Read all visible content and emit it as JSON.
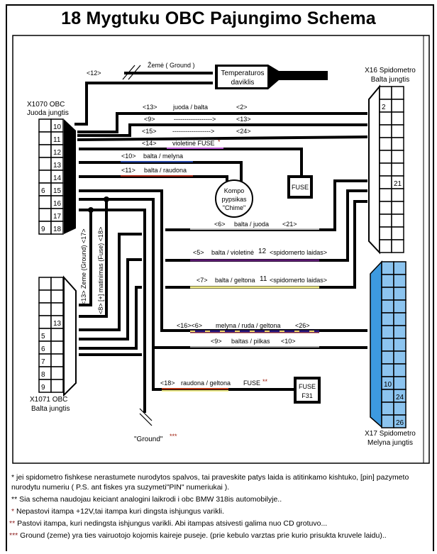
{
  "title": "18 Mygtuku OBC Pajungimo Schema",
  "components": {
    "x1070": {
      "line1": "X1070   OBC",
      "line2": "Juoda jungtis",
      "pins_right": [
        "10",
        "11",
        "12",
        "13",
        "14",
        "15",
        "16",
        "17",
        "18"
      ],
      "pins_left": {
        "15": "6",
        "18": "9"
      }
    },
    "x1071": {
      "line1": "X1071   OBC",
      "line2": "Balta jungtis",
      "pins_right": {
        "13": "13"
      },
      "pins_left": [
        "5",
        "6",
        "7",
        "8",
        "9"
      ]
    },
    "x16": {
      "line1": "X16 Spidometro",
      "line2": "Balta jungtis",
      "pin_labels": {
        "2": "2",
        "21": "21"
      }
    },
    "x17": {
      "line1": "X17 Spidometro",
      "line2": "Melyna jungtis",
      "pin_labels": {
        "10": "10",
        "24": "24",
        "26": "26"
      },
      "color": "#3d9ae0",
      "cell_color": "#8cc4ef"
    },
    "temp_sensor": {
      "line1": "Temperaturos",
      "line2": "daviklis"
    },
    "chime": {
      "line1": "Kompo",
      "line2": "pypsikas",
      "line3": "\"Chime\""
    },
    "fuse1": {
      "label": "FUSE"
    },
    "fuse_f31": {
      "line1": "FUSE",
      "line2": "F31"
    },
    "ground_label": "\"Ground\"",
    "ground_mark": "***"
  },
  "wires": {
    "ground_top": {
      "pin": "<12>",
      "label": "Žemė ( Ground )"
    },
    "w13": {
      "from": "<13>",
      "color": "juoda / balta",
      "to": "<2>"
    },
    "w9": {
      "from": "<9>",
      "arrow": "------------------>",
      "to": "<13>"
    },
    "w15": {
      "from": "<15>",
      "arrow": "------------------>",
      "to": "<24>"
    },
    "w14": {
      "from": "<14>",
      "color": "violetinė FUSE",
      "mark": "*"
    },
    "w10": {
      "from": "<10>",
      "color": "balta / melyna"
    },
    "w11": {
      "from": "<11>",
      "color": "balta / raudona"
    },
    "w6": {
      "from": "<6>",
      "color": "balta / juoda",
      "to": "<21>"
    },
    "w5": {
      "from": "<5>",
      "color": "balta / violetinė",
      "num": "12",
      "to": "<spidomerto laidas>"
    },
    "w7": {
      "from": "<7>",
      "color": "balta / geltona",
      "num": "11",
      "to": "<spidomerto laidas>"
    },
    "w16": {
      "from": "<16><6>",
      "color": "melyna / ruda / geltona",
      "to": "<26>"
    },
    "w9b": {
      "from": "<9>",
      "color": "baltas / pilkas",
      "to": "<10>"
    },
    "w18": {
      "from": "<18>",
      "color": "raudona / geltona",
      "fuse": "FUSE",
      "mark": "**"
    },
    "vert_ground": "<13>  Zeme (Ground)  <17>",
    "vert_fuse": "<8>  [+] matinimas (Fuse)  <18>"
  },
  "colors": {
    "violet": "#b050c8",
    "blue": "#2040a0",
    "red": "#a02010",
    "dark_violet": "#5a1a70",
    "yellow": "#f2ec8a",
    "orange_red": "#b03010",
    "navy": "#2a1a80",
    "grey": "#c8c8c8",
    "note_red": "#8b1a1a"
  },
  "notes": [
    {
      "mark": "*",
      "text": " jei spidometro fishkese nerastumete nurodytos spalvos, tai praveskite patys laida is atitinkamo kishtuko, [pin] pazymeto nurodytu numeriu ( P.S. ant fiskes yra suzymeti\"PIN\" numeriukai )."
    },
    {
      "mark": "**",
      "text": " Sia schema naudojau keiciant analogini laikrodi i obc BMW 318is automobilyje.."
    },
    {
      "mark": "*",
      "text": "  Nepastovi itampa +12V,tai itampa kuri dingsta ishjungus varikli."
    },
    {
      "mark": "**",
      "text": " Pastovi itampa, kuri nedingsta ishjungus varikli. Abi itampas atsivesti galima nuo CD grotuvo..."
    },
    {
      "mark": "***",
      "text": "  Ground (zeme) yra ties vairuotojo kojomis kaireje puseje. (prie kebulo varztas prie kurio prisukta kruvele laidu).."
    }
  ]
}
